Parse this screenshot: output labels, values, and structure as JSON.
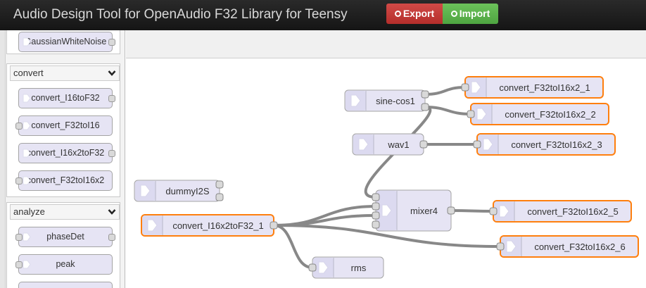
{
  "app": {
    "title": "Audio Design Tool for OpenAudio F32 Library for Teensy",
    "export_label": "Export",
    "import_label": "Import"
  },
  "palette": {
    "top_items": [
      {
        "label": "GaussianWhiteNoise",
        "in": false,
        "out": true
      }
    ],
    "categories": [
      {
        "name": "convert",
        "items": [
          {
            "label": "convert_I16toF32",
            "in": false,
            "out": true
          },
          {
            "label": "convert_F32toI16",
            "in": true,
            "out": false
          },
          {
            "label": "convert_I16x2toF32",
            "in": false,
            "out": true
          },
          {
            "label": "convert_F32toI16x2",
            "in": true,
            "out": false
          }
        ]
      },
      {
        "name": "analyze",
        "items": [
          {
            "label": "phaseDet",
            "in": true,
            "out": true
          },
          {
            "label": "peak",
            "in": true,
            "out": false
          }
        ]
      }
    ]
  },
  "workspace": {
    "nodes": [
      {
        "id": "sine-cos1",
        "label": "sine-cos1",
        "inputs": 0,
        "outputs": 2,
        "selected": false
      },
      {
        "id": "wav1",
        "label": "wav1",
        "inputs": 0,
        "outputs": 1,
        "selected": false
      },
      {
        "id": "dummyI2S",
        "label": "dummyI2S",
        "inputs": 0,
        "outputs": 2,
        "selected": false
      },
      {
        "id": "convert_I16x2toF32_1",
        "label": "convert_I16x2toF32_1",
        "inputs": 0,
        "outputs": 1,
        "selected": true
      },
      {
        "id": "mixer4",
        "label": "mixer4",
        "inputs": 4,
        "outputs": 1,
        "selected": false
      },
      {
        "id": "rms",
        "label": "rms",
        "inputs": 1,
        "outputs": 0,
        "selected": false
      },
      {
        "id": "out1",
        "label": "convert_F32toI16x2_1",
        "inputs": 1,
        "outputs": 0,
        "selected": true
      },
      {
        "id": "out2",
        "label": "convert_F32toI16x2_2",
        "inputs": 1,
        "outputs": 0,
        "selected": true
      },
      {
        "id": "out3",
        "label": "convert_F32toI16x2_3",
        "inputs": 1,
        "outputs": 0,
        "selected": true
      },
      {
        "id": "out5",
        "label": "convert_F32toI16x2_5",
        "inputs": 1,
        "outputs": 0,
        "selected": true
      },
      {
        "id": "out6",
        "label": "convert_F32toI16x2_6",
        "inputs": 1,
        "outputs": 0,
        "selected": true
      }
    ],
    "wires": [
      {
        "from": "sine-cos1",
        "out": 0,
        "to": "out1",
        "in": 0
      },
      {
        "from": "sine-cos1",
        "out": 1,
        "to": "out2",
        "in": 0
      },
      {
        "from": "sine-cos1",
        "out": 1,
        "to": "mixer4",
        "in": 0
      },
      {
        "from": "wav1",
        "out": 0,
        "to": "out3",
        "in": 0
      },
      {
        "from": "convert_I16x2toF32_1",
        "out": 0,
        "to": "mixer4",
        "in": 1
      },
      {
        "from": "convert_I16x2toF32_1",
        "out": 0,
        "to": "mixer4",
        "in": 2
      },
      {
        "from": "convert_I16x2toF32_1",
        "out": 0,
        "to": "out6",
        "in": 0
      },
      {
        "from": "convert_I16x2toF32_1",
        "out": 0,
        "to": "rms",
        "in": 0
      },
      {
        "from": "mixer4",
        "out": 0,
        "to": "out5",
        "in": 0
      }
    ],
    "colors": {
      "node_fill": "#e6e4f4",
      "node_border": "#a4a4a4",
      "selected_border": "#ff7f0e",
      "wire": "#888888",
      "port": "#d9d9d9"
    }
  },
  "colors": {
    "header_bg": "#1e1e1e",
    "export_bg": "#c9302c",
    "import_bg": "#5cb85c"
  }
}
